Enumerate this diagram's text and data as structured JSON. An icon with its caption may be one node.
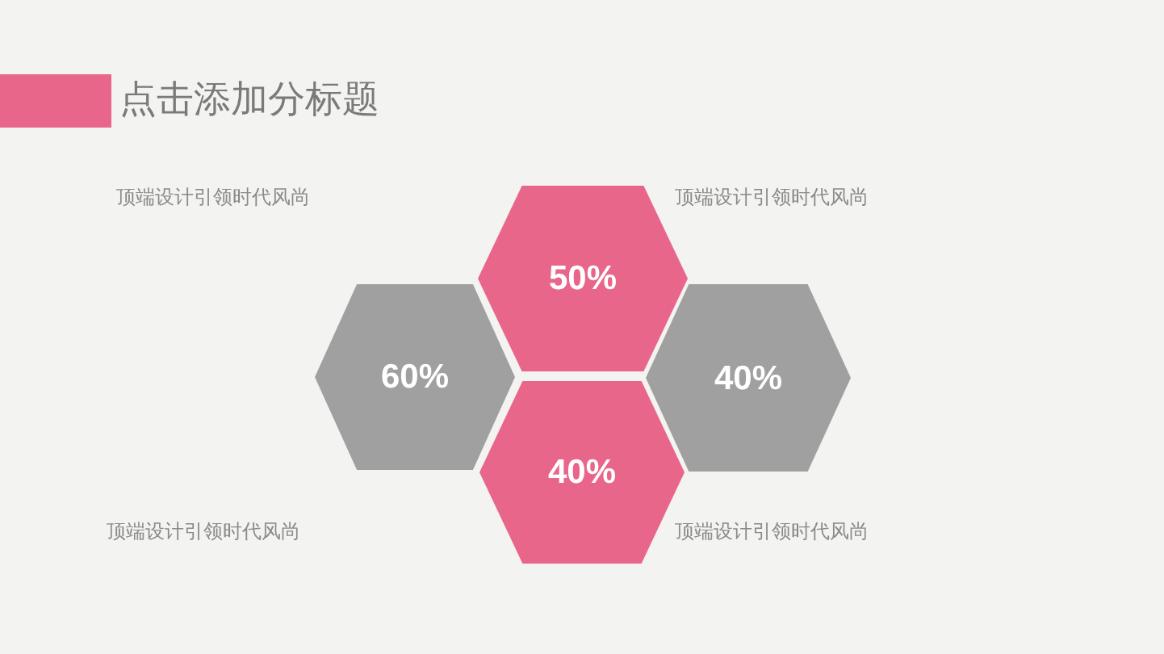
{
  "diagram": {
    "title": "点击添加分标题",
    "nodes": [
      {
        "text": [
          "50%"
        ]
      },
      {
        "text": [
          "60%"
        ]
      },
      {
        "text": [
          "40%"
        ]
      },
      {
        "text": [
          "40%"
        ]
      }
    ],
    "labels": [
      "顶端设计引领时代风尚",
      "顶端设计引领时代风尚",
      "顶端设计引领时代风尚",
      "顶端设计引领时代风尚"
    ]
  }
}
